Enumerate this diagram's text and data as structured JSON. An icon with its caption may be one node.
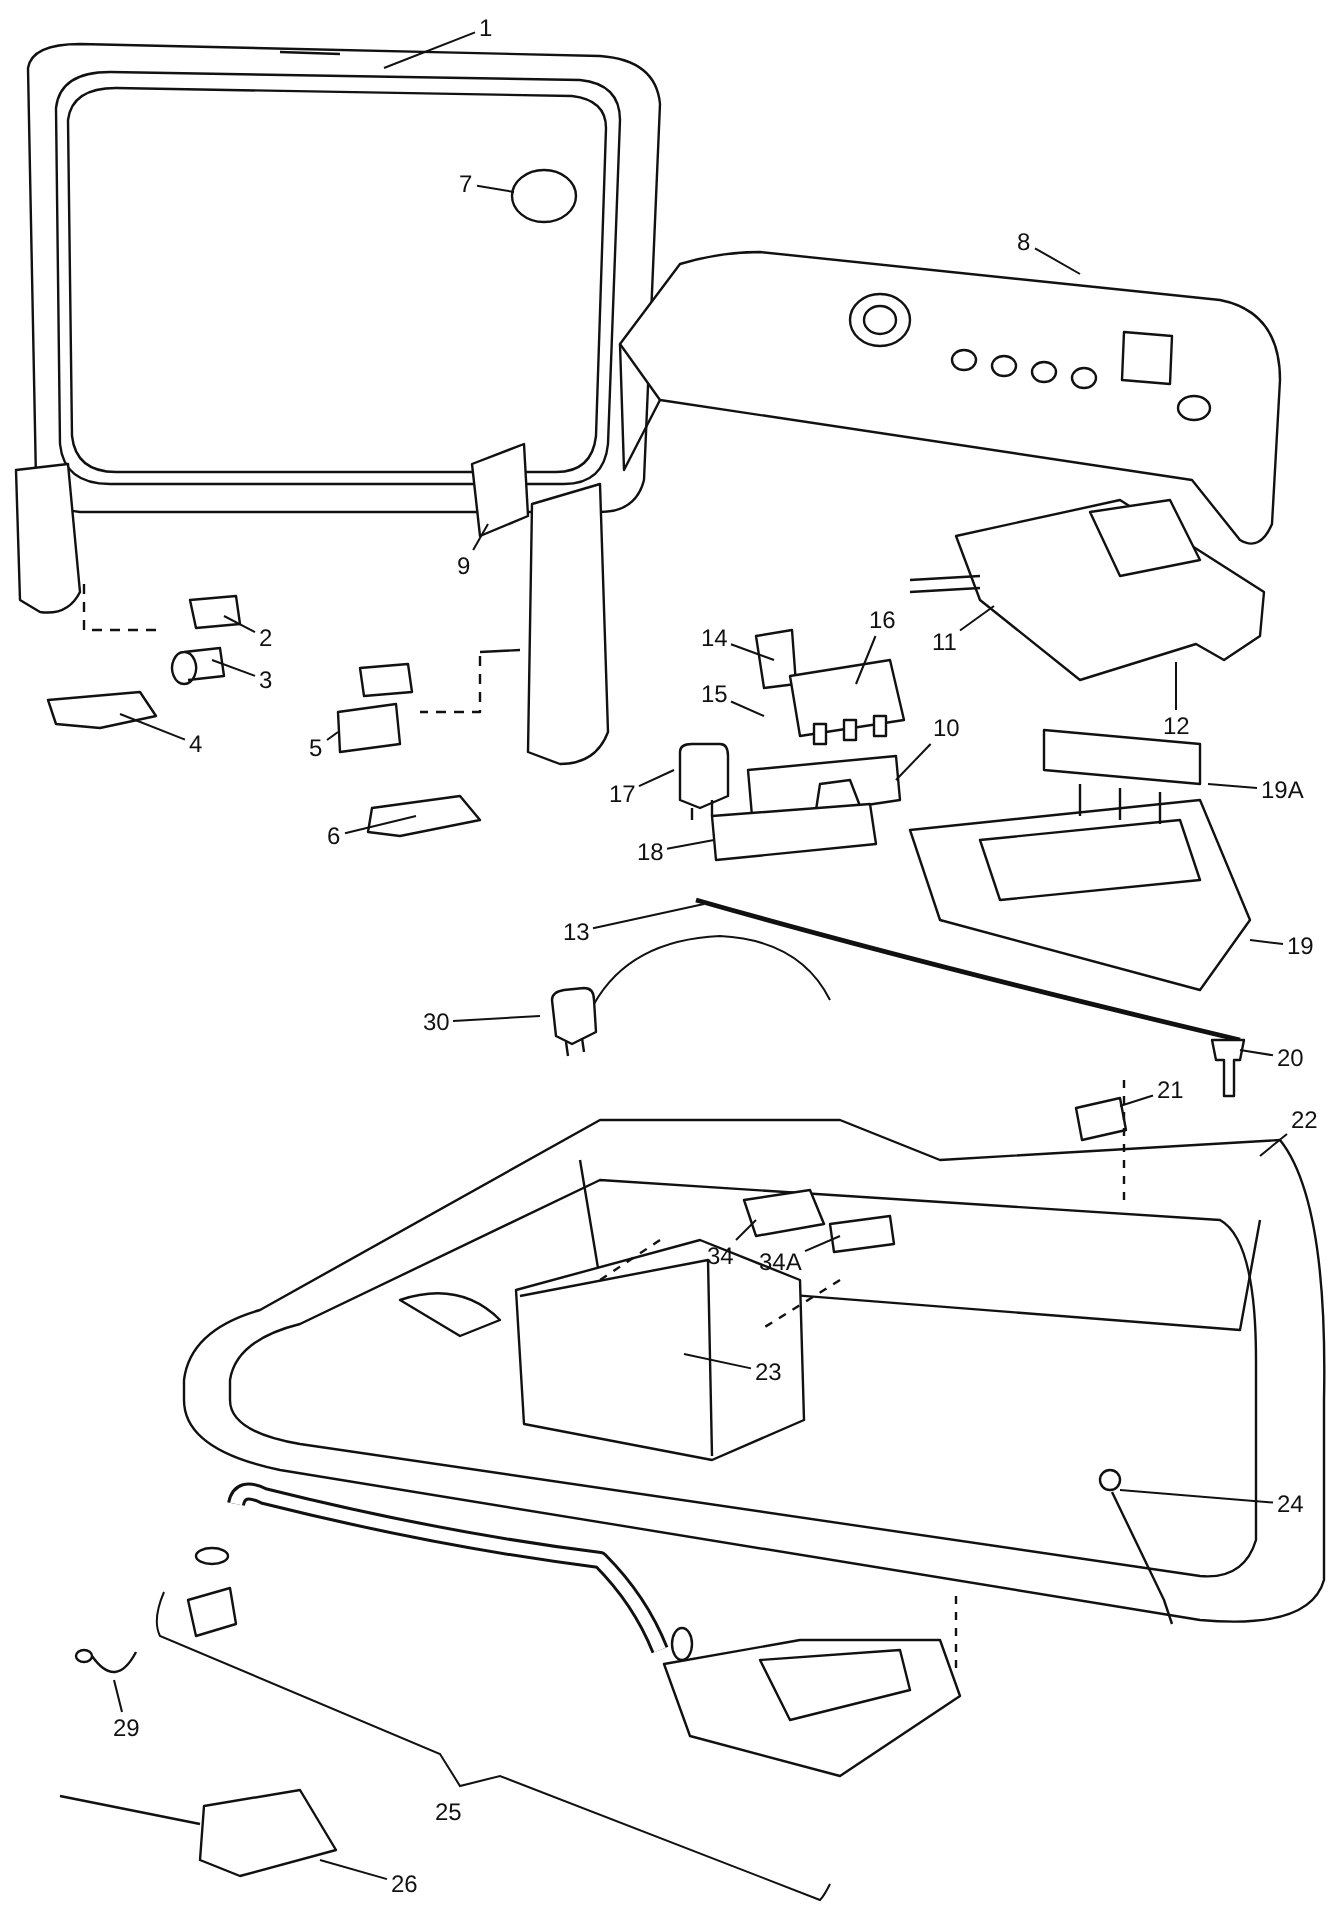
{
  "diagram": {
    "nodes": [
      {
        "text": [
          "1"
        ]
      },
      {
        "text": [
          "7"
        ]
      },
      {
        "text": [
          "8"
        ]
      },
      {
        "text": [
          "9"
        ]
      },
      {
        "text": [
          "2"
        ]
      },
      {
        "text": [
          "11"
        ]
      },
      {
        "text": [
          "14"
        ]
      },
      {
        "text": [
          "16"
        ]
      },
      {
        "text": [
          "3"
        ]
      },
      {
        "text": [
          "12"
        ]
      },
      {
        "text": [
          "4"
        ]
      },
      {
        "text": [
          "5"
        ]
      },
      {
        "text": [
          "15"
        ]
      },
      {
        "text": [
          "10"
        ]
      },
      {
        "text": [
          "17"
        ]
      },
      {
        "text": [
          "19A"
        ]
      },
      {
        "text": [
          "6"
        ]
      },
      {
        "text": [
          "18"
        ]
      },
      {
        "text": [
          "13"
        ]
      },
      {
        "text": [
          "19"
        ]
      },
      {
        "text": [
          "30"
        ]
      },
      {
        "text": [
          "20"
        ]
      },
      {
        "text": [
          "21"
        ]
      },
      {
        "text": [
          "22"
        ]
      },
      {
        "text": [
          "34"
        ]
      },
      {
        "text": [
          "34A"
        ]
      },
      {
        "text": [
          "23"
        ]
      },
      {
        "text": [
          "24"
        ]
      },
      {
        "text": [
          "29"
        ]
      },
      {
        "text": [
          "26"
        ]
      }
    ],
    "edges": [
      {
        "from": 0,
        "to": null,
        "arrow": "none"
      },
      {
        "from": 1,
        "to": null,
        "arrow": "none"
      },
      {
        "from": 2,
        "to": null,
        "arrow": "none"
      },
      {
        "from": 3,
        "to": null,
        "arrow": "none"
      },
      {
        "from": 4,
        "to": null,
        "arrow": "none"
      },
      {
        "from": 5,
        "to": null,
        "arrow": "none"
      },
      {
        "from": 6,
        "to": null,
        "arrow": "none"
      },
      {
        "from": 7,
        "to": null,
        "arrow": "none"
      },
      {
        "from": 8,
        "to": null,
        "arrow": "none"
      },
      {
        "from": 9,
        "to": null,
        "arrow": "none"
      },
      {
        "from": 10,
        "to": null,
        "arrow": "none"
      },
      {
        "from": 11,
        "to": null,
        "arrow": "none"
      },
      {
        "from": 12,
        "to": null,
        "arrow": "none"
      },
      {
        "from": 13,
        "to": null,
        "arrow": "none"
      },
      {
        "from": 14,
        "to": null,
        "arrow": "none"
      },
      {
        "from": 15,
        "to": null,
        "arrow": "none"
      },
      {
        "from": 16,
        "to": null,
        "arrow": "none"
      },
      {
        "from": 17,
        "to": null,
        "arrow": "none"
      },
      {
        "from": 18,
        "to": null,
        "arrow": "none"
      },
      {
        "from": 19,
        "to": null,
        "arrow": "none"
      },
      {
        "from": 20,
        "to": null,
        "arrow": "none"
      },
      {
        "from": 21,
        "to": null,
        "arrow": "none"
      },
      {
        "from": 22,
        "to": null,
        "arrow": "none"
      },
      {
        "from": 23,
        "to": null,
        "arrow": "none"
      },
      {
        "from": 24,
        "to": null,
        "arrow": "none"
      },
      {
        "from": 25,
        "to": null,
        "arrow": "none"
      },
      {
        "from": 26,
        "to": null,
        "arrow": "none"
      },
      {
        "from": 27,
        "to": null,
        "arrow": "none"
      },
      {
        "from": 28,
        "to": null,
        "arrow": "none"
      },
      {
        "from": 29,
        "to": null,
        "arrow": "none"
      }
    ],
    "labels": [
      "25"
    ]
  }
}
